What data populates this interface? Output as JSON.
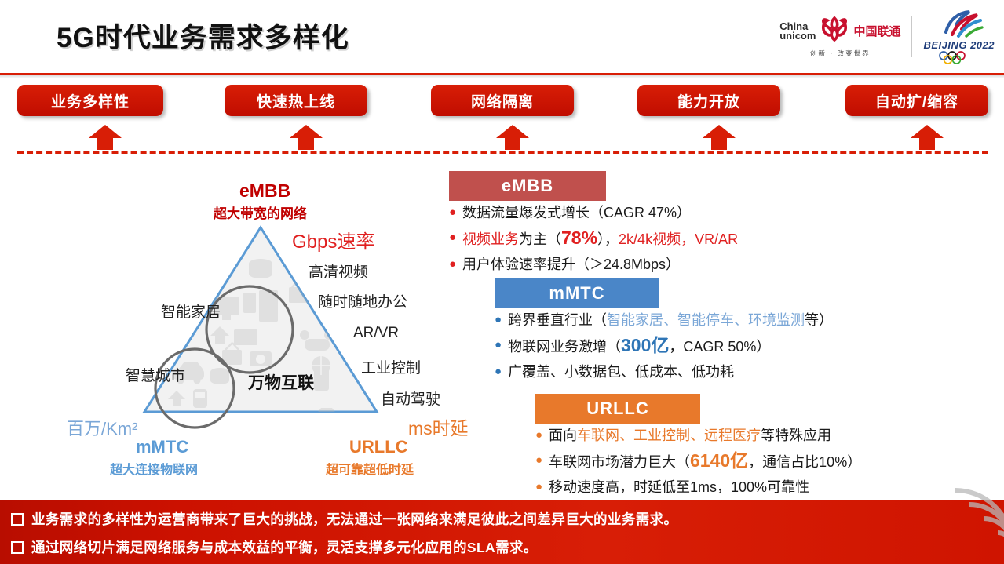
{
  "header": {
    "title": "5G时代业务需求多样化",
    "logos": {
      "unicom_en_line1": "China",
      "unicom_en_line2": "unicom",
      "unicom_cn": "中国联通",
      "unicom_tagline": "创新 · 改变世界",
      "beijing_text": "BEIJING 2022"
    }
  },
  "requirements": [
    {
      "label": "业务多样性"
    },
    {
      "label": "快速热上线"
    },
    {
      "label": "网络隔离"
    },
    {
      "label": "能力开放"
    },
    {
      "label": "自动扩/缩容"
    }
  ],
  "triangle": {
    "apex_title": "eMBB",
    "apex_subtitle": "超大带宽的网络",
    "apex_metric": "Gbps速率",
    "left_title": "mMTC",
    "left_subtitle": "超大连接物联网",
    "left_metric": "百万/Km²",
    "right_title": "URLLC",
    "right_subtitle": "超可靠超低时延",
    "right_metric": "ms时延",
    "center_label": "万物互联",
    "right_items": [
      "高清视频",
      "随时随地办公",
      "AR/VR",
      "工业控制",
      "自动驾驶"
    ],
    "left_items": [
      "智能家居",
      "智慧城市"
    ],
    "colors": {
      "outline": "#5b9bd5",
      "fill": "#f2f2f2",
      "embb": "#c00000",
      "mmtc": "#5b9bd5",
      "urllc": "#e8792b"
    }
  },
  "categories": [
    {
      "name": "eMBB",
      "header_color": "#c0504d",
      "accent": "#e02020",
      "bullets": [
        [
          {
            "t": "数据流量爆发式增长（CAGR 47%）",
            "c": "#1a1a1a",
            "b": false
          }
        ],
        [
          {
            "t": "视频业务",
            "c": "#e02020",
            "b": false
          },
          {
            "t": "为主（",
            "c": "#1a1a1a",
            "b": false
          },
          {
            "t": "78%",
            "c": "#e02020",
            "b": true
          },
          {
            "t": "），",
            "c": "#1a1a1a",
            "b": false
          },
          {
            "t": "2k/4k视频，VR/AR",
            "c": "#e02020",
            "b": false
          }
        ],
        [
          {
            "t": "用户体验速率提升（＞24.8Mbps）",
            "c": "#1a1a1a",
            "b": false
          }
        ]
      ]
    },
    {
      "name": "mMTC",
      "header_color": "#4a86c8",
      "accent": "#2e75b6",
      "bullets": [
        [
          {
            "t": "跨界垂直行业（",
            "c": "#1a1a1a",
            "b": false
          },
          {
            "t": "智能家居、智能停车、环境监测",
            "c": "#7ba7d7",
            "b": false
          },
          {
            "t": "等）",
            "c": "#1a1a1a",
            "b": false
          }
        ],
        [
          {
            "t": "物联网业务激增（",
            "c": "#1a1a1a",
            "b": false
          },
          {
            "t": "300亿",
            "c": "#2e75b6",
            "b": true
          },
          {
            "t": "，CAGR 50%）",
            "c": "#1a1a1a",
            "b": false
          }
        ],
        [
          {
            "t": "广覆盖、小数据包、低成本、低功耗",
            "c": "#1a1a1a",
            "b": false
          }
        ]
      ]
    },
    {
      "name": "URLLC",
      "header_color": "#e8792b",
      "accent": "#e8792b",
      "bullets": [
        [
          {
            "t": "面向",
            "c": "#1a1a1a",
            "b": false
          },
          {
            "t": "车联网、工业控制、远程医疗",
            "c": "#e8792b",
            "b": false
          },
          {
            "t": "等特殊应用",
            "c": "#1a1a1a",
            "b": false
          }
        ],
        [
          {
            "t": "车联网市场潜力巨大（",
            "c": "#1a1a1a",
            "b": false
          },
          {
            "t": "6140亿",
            "c": "#e8792b",
            "b": true
          },
          {
            "t": "，通信占比10%）",
            "c": "#1a1a1a",
            "b": false
          }
        ],
        [
          {
            "t": "移动速度高，时延低至1ms，100%可靠性",
            "c": "#1a1a1a",
            "b": false
          }
        ]
      ]
    }
  ],
  "conclusions": [
    "业务需求的多样性为运营商带来了巨大的挑战，无法通过一张网络来满足彼此之间差异巨大的业务需求。",
    "通过网络切片满足网络服务与成本效益的平衡，灵活支撑多元化应用的SLA需求。"
  ],
  "theme": {
    "brand_red": "#d81e06",
    "band_red": "#c5150a"
  }
}
